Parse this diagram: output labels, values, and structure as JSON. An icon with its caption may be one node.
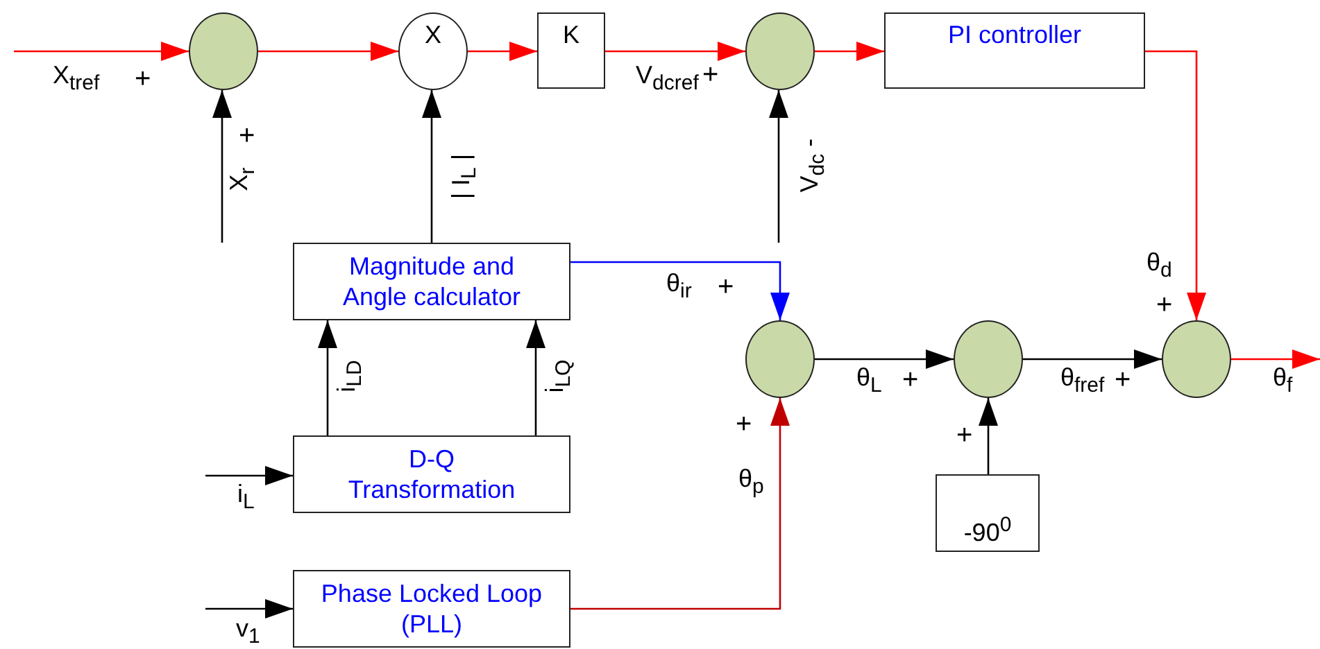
{
  "diagram": {
    "nodes": [
      {
        "text": [],
        "shape": "circle"
      },
      {
        "text": [
          "X"
        ]
      },
      {
        "text": [
          "K"
        ]
      },
      {
        "text": [],
        "shape": "circle"
      },
      {
        "text": [
          "PI controller"
        ]
      },
      {
        "text": [
          "Magnitude and Angle calculator"
        ]
      },
      {
        "text": [
          "D-Q Transformation"
        ]
      },
      {
        "text": [
          "Phase Locked Loop (PLL)"
        ]
      },
      {
        "text": [],
        "shape": "circle"
      },
      {
        "text": [],
        "shape": "circle"
      },
      {
        "text": [
          "-90$^{0}$"
        ]
      },
      {
        "text": [],
        "shape": "circle"
      }
    ],
    "edges": [
      {
        "from": null,
        "to": 0,
        "arrow": "to",
        "label": "X$_{tref}$",
        "color": "#ff0000"
      },
      {
        "from": null,
        "to": 0,
        "arrow": "to",
        "label": "X$_{r}$"
      },
      {
        "from": 0,
        "to": 1,
        "arrow": "to",
        "color": "#ff0000"
      },
      {
        "from": 5,
        "to": 1,
        "arrow": "to",
        "label": "| I$_{L}$ |"
      },
      {
        "from": 1,
        "to": 2,
        "arrow": "to",
        "color": "#ff0000"
      },
      {
        "from": 2,
        "to": 3,
        "arrow": "to",
        "label": "V$_{dcref}$",
        "color": "#ff0000"
      },
      {
        "from": null,
        "to": 3,
        "arrow": "to",
        "label": "V$_{dc}$ -"
      },
      {
        "from": 3,
        "to": 4,
        "arrow": "to",
        "color": "#ff0000"
      },
      {
        "from": 4,
        "to": 11,
        "arrow": "to",
        "label": "θ$_{d}$",
        "color": "#ff0000"
      },
      {
        "from": 5,
        "to": 8,
        "arrow": "to",
        "label": "θ$_{ir}$",
        "color": "#0000ff"
      },
      {
        "from": 6,
        "to": 5,
        "arrow": "to",
        "label": "i$_{LD}$"
      },
      {
        "from": 6,
        "to": 5,
        "arrow": "to",
        "label": "i$_{LQ}$"
      },
      {
        "from": null,
        "to": 6,
        "arrow": "to",
        "label": "i$_{L}$"
      },
      {
        "from": null,
        "to": 7,
        "arrow": "to",
        "label": "v$_{1}$"
      },
      {
        "from": 7,
        "to": 8,
        "arrow": "to",
        "label": "θ$_{p}$",
        "color": "#c00000"
      },
      {
        "from": 8,
        "to": 9,
        "arrow": "to",
        "label": "θ$_{L}$"
      },
      {
        "from": 10,
        "to": 9,
        "arrow": "to"
      },
      {
        "from": 9,
        "to": 11,
        "arrow": "to",
        "label": "θ$_{fref}$"
      },
      {
        "from": 11,
        "to": null,
        "arrow": "to",
        "label": "θ$_{f}$",
        "color": "#ff0000"
      }
    ],
    "labels": [
      "+",
      "+",
      "+",
      "+",
      "+",
      "+",
      "+",
      "+",
      "+"
    ]
  }
}
